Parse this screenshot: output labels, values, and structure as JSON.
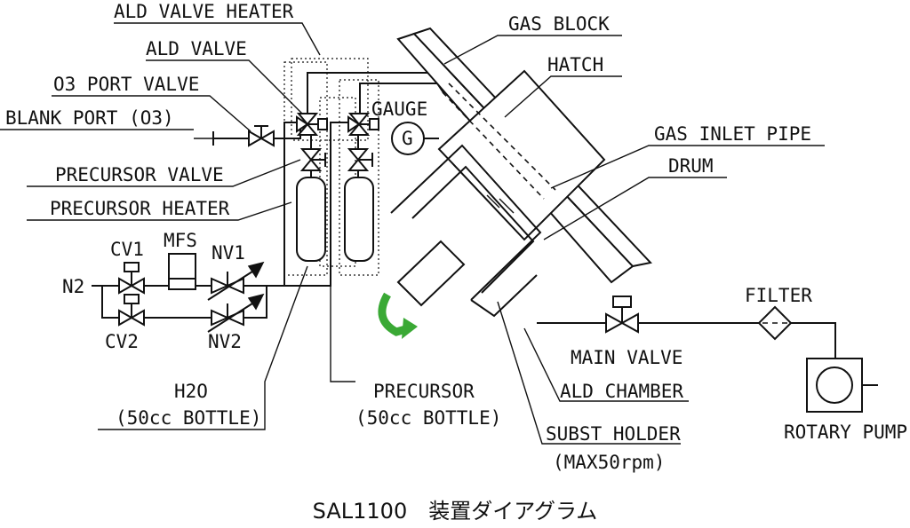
{
  "labels": {
    "ald_valve_heater": "ALD VALVE HEATER",
    "ald_valve": "ALD VALVE",
    "o3_port_valve": "O3 PORT VALVE",
    "blank_port": "BLANK PORT (O3)",
    "precursor_valve": "PRECURSOR VALVE",
    "precursor_heater": "PRECURSOR HEATER",
    "cv1": "CV1",
    "mfs": "MFS",
    "nv1": "NV1",
    "n2": "N2",
    "cv2": "CV2",
    "nv2": "NV2",
    "h2o": "H2O",
    "h2o_bottle": "(50cc BOTTLE)",
    "precursor": "PRECURSOR",
    "precursor_bottle": "(50cc BOTTLE)",
    "gauge": "GAUGE",
    "gauge_symbol": "G",
    "gas_block": "GAS BLOCK",
    "hatch": "HATCH",
    "gas_inlet_pipe": "GAS INLET PIPE",
    "drum": "DRUM",
    "filter": "FILTER",
    "main_valve": "MAIN VALVE",
    "ald_chamber": "ALD CHAMBER",
    "rotary_pump": "ROTARY PUMP",
    "subst_holder": "SUBST HOLDER",
    "subst_holder_speed": "(MAX50rpm)"
  },
  "caption": "SAL1100　装置ダイアグラム",
  "colors": {
    "line": "#111111",
    "rotation_arrow": "#3aa935",
    "background": "#ffffff"
  }
}
